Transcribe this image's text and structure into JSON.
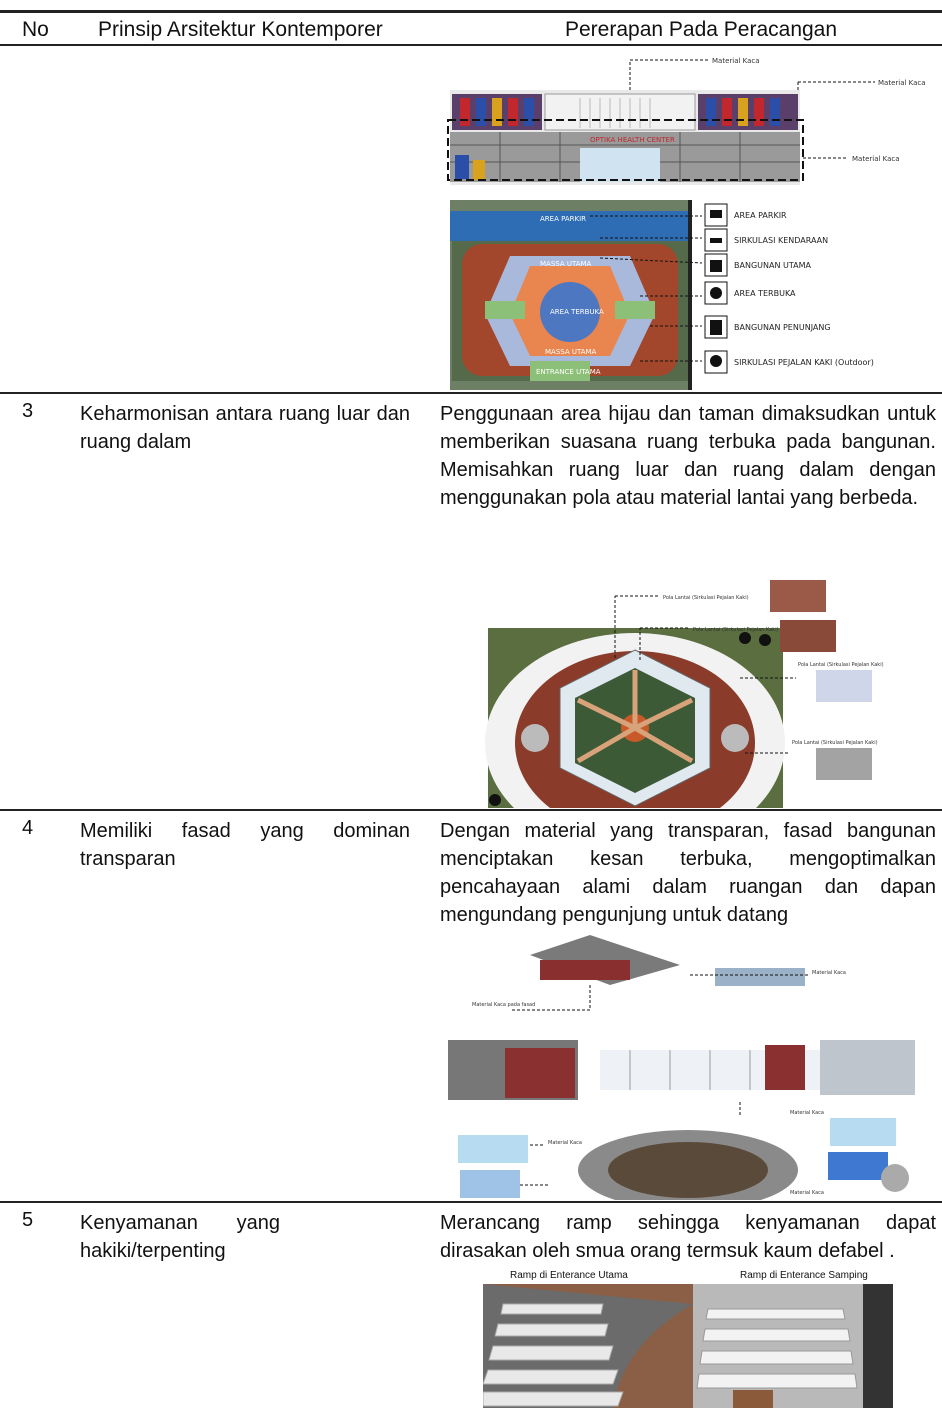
{
  "header": {
    "col_no": "No",
    "col_principle": "Prinsip Arsitektur Kontemporer",
    "col_application": "Pererapan Pada Peracangan"
  },
  "row_top": {
    "facade_labels": [
      "Material Kaca",
      "Material Kaca",
      "Material Kaca"
    ],
    "facade_sign": "OPTIKA HEALTH CENTER",
    "plan_zones": [
      "AREA PARKIR",
      "MASSA UTAMA",
      "AREA TERBUKA",
      "MASSA UTAMA",
      "ENTRANCE UTAMA"
    ],
    "legend": [
      "AREA PARKIR",
      "SIRKULASI KENDARAAN",
      "BANGUNAN UTAMA",
      "AREA TERBUKA",
      "BANGUNAN PENUNJANG",
      "SIRKULASI PEJALAN KAKI (Outdoor)"
    ]
  },
  "rows": [
    {
      "no": "3",
      "principle": "Keharmonisan antara ruang luar dan ruang dalam",
      "application": "Penggunaan area hijau dan taman dimaksudkan untuk memberikan suasana ruang terbuka pada bangunan. Memisahkan ruang luar dan ruang dalam dengan menggunakan pola atau material lantai yang berbeda.",
      "callouts": [
        "Pola Lantai (Sirkulasi Pejalan Kaki)",
        "Pola Lantai (Sirkulasi Pejalan Kaki)",
        "Pola Lantai (Sirkulasi Pejalan Kaki)",
        "Pola Lantai (Sirkulasi Pejalan Kaki)"
      ]
    },
    {
      "no": "4",
      "principle": "Memiliki fasad yang dominan transparan",
      "application": "Dengan material yang transparan, fasad bangunan menciptakan kesan terbuka, mengoptimalkan pencahayaan alami dalam ruangan dan dapan mengundang pengunjung untuk datang",
      "callouts": [
        "Material Kaca pada fasad",
        "Material Kaca",
        "Material Kaca",
        "Material Kaca",
        "Material Kaca"
      ]
    },
    {
      "no": "5",
      "principle": "Kenyamanan yang hakiki/terpenting",
      "application": "Merancang ramp sehingga kenyamanan dapat dirasakan oleh smua orang termsuk kaum defabel .",
      "photo_captions": [
        "Ramp di Enterance Utama",
        "Ramp di Enterance Samping"
      ]
    }
  ]
}
